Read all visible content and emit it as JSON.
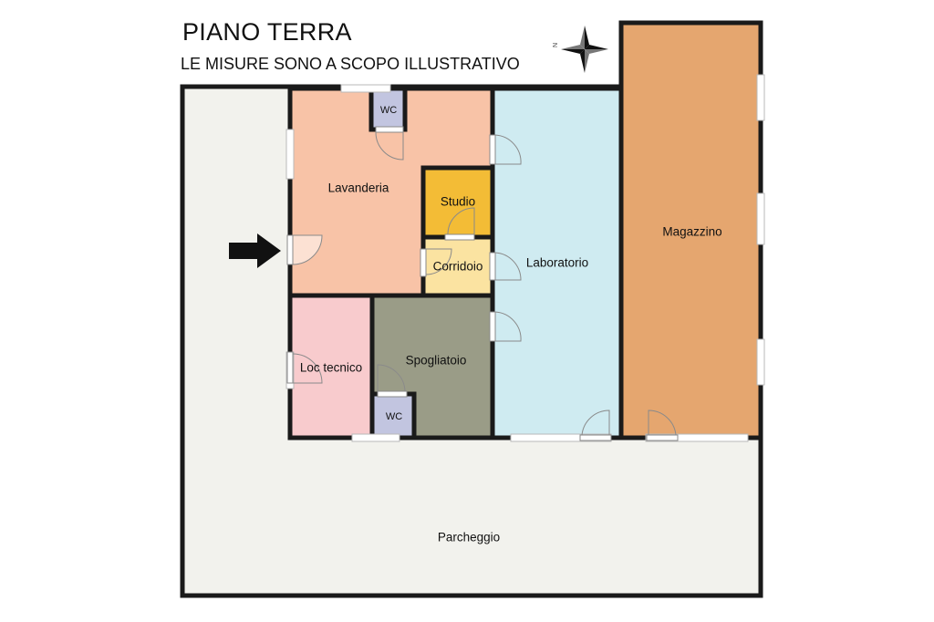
{
  "header": {
    "title": "PIANO TERRA",
    "subtitle": "LE MISURE SONO A SCOPO ILLUSTRATIVO"
  },
  "compass": {
    "north_label": "N"
  },
  "rooms": {
    "lavanderia": "Lavanderia",
    "studio": "Studio",
    "corridoio": "Corridoio",
    "laboratorio": "Laboratorio",
    "magazzino": "Magazzino",
    "loc_tecnico": "Loc tecnico",
    "spogliatoio": "Spogliatoio",
    "wc_top": "WC",
    "wc_bottom": "WC",
    "parcheggio": "Parcheggio"
  },
  "colors": {
    "wall": "#1a1a1a",
    "parcheggio": "#f2f2ed",
    "lavanderia": "#f8c3a7",
    "studio": "#f3bc36",
    "corridoio": "#fbe3a1",
    "laboratorio": "#cfebf1",
    "magazzino": "#e5a66f",
    "loc_tecnico": "#f8cbcd",
    "spogliatoio": "#9a9c87",
    "wc": "#c2c5e0"
  }
}
